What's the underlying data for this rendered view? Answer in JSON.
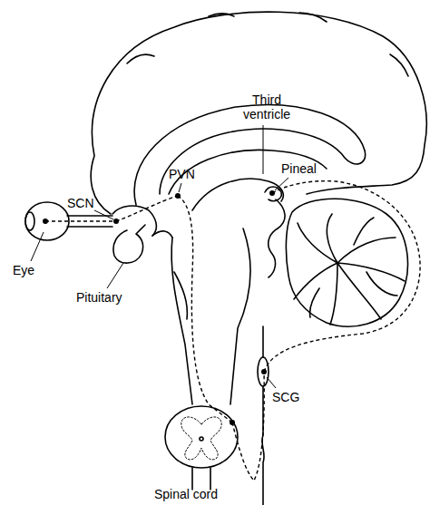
{
  "diagram": {
    "labels": [
      "Third ventricle",
      "PVN",
      "Pineal",
      "SCN",
      "Eye",
      "Pituitary",
      "SCG",
      "Spinal cord"
    ]
  }
}
